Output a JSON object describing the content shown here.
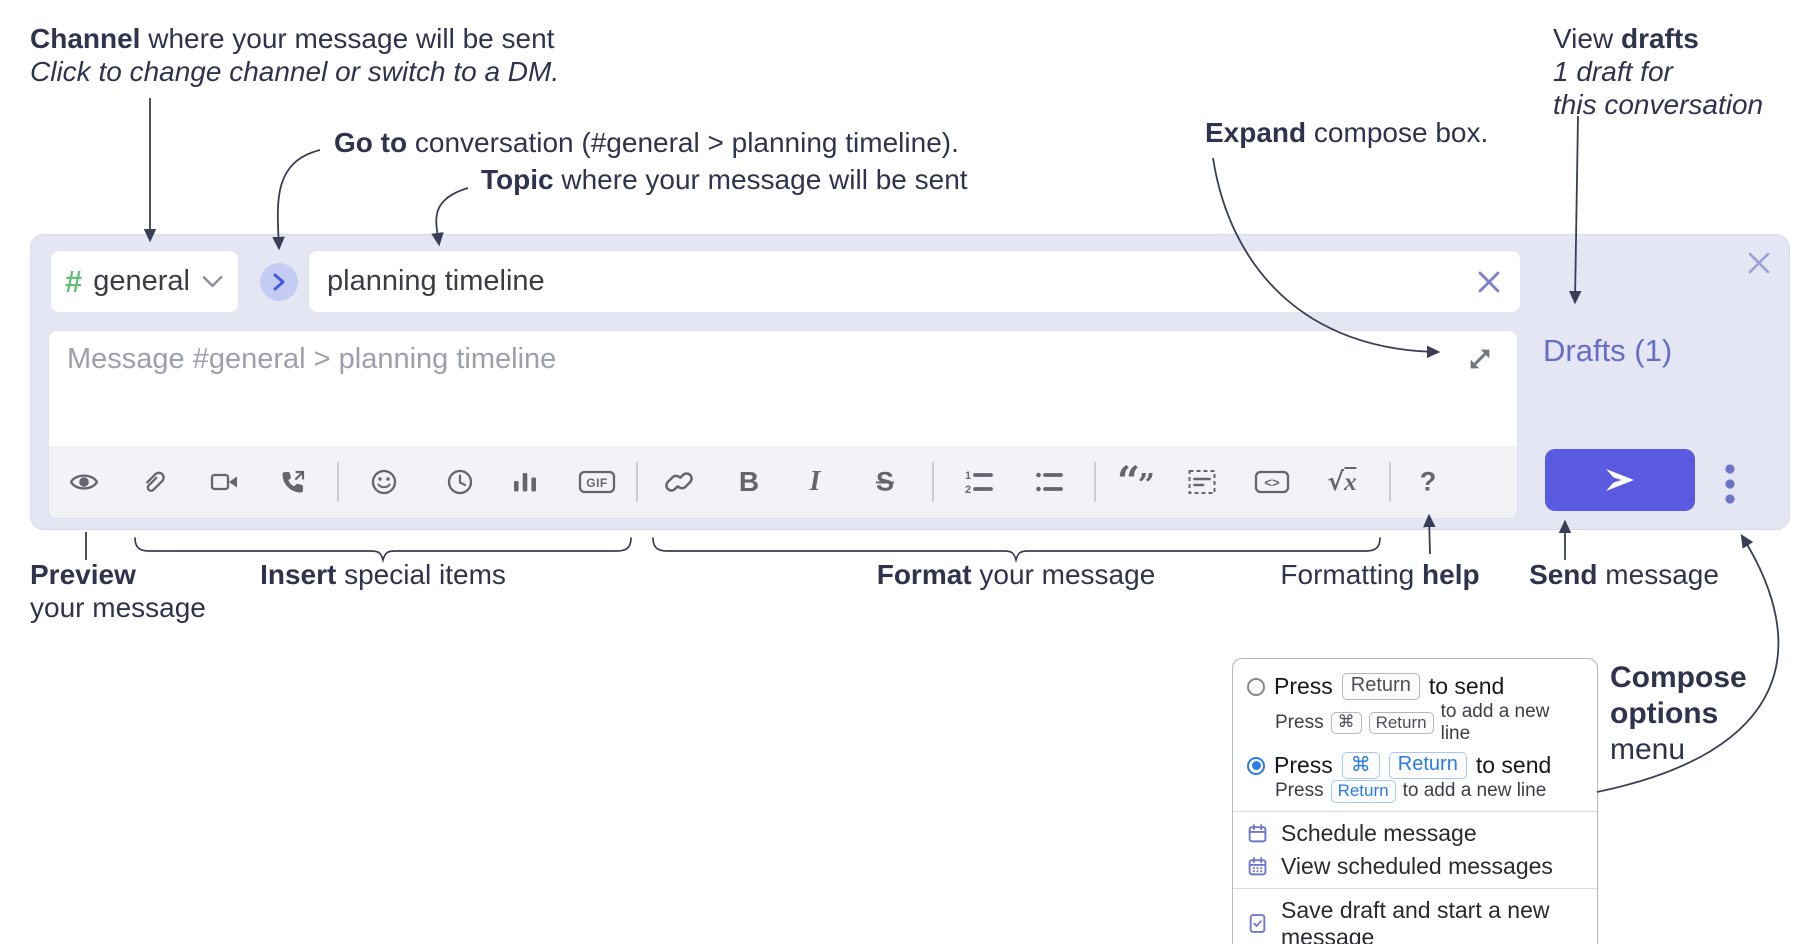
{
  "annotations": {
    "channel": {
      "bold": "Channel",
      "rest": " where your message will be sent",
      "line2": "Click to change channel or switch to a DM."
    },
    "goto": {
      "bold": "Go to",
      "rest": " conversation (#general > planning timeline)."
    },
    "topic": {
      "bold": "Topic",
      "rest": " where your message will be sent"
    },
    "expand": {
      "bold": "Expand",
      "rest": " compose box."
    },
    "view_drafts": {
      "pre": "View ",
      "bold": "drafts",
      "line2": "1 draft for",
      "line3": "this conversation"
    },
    "preview": {
      "bold": "Preview",
      "line2": "your message"
    },
    "insert": {
      "bold": "Insert",
      "rest": " special items"
    },
    "format": {
      "bold": "Format",
      "rest": " your message"
    },
    "formatting_help": {
      "pre": "Formatting ",
      "bold": "help"
    },
    "send": {
      "bold": "Send",
      "rest": " message"
    },
    "compose_options": {
      "bold1": "Compose",
      "bold2": "options",
      "rest": "menu"
    }
  },
  "compose": {
    "channel_selector": {
      "hash": "#",
      "label": "general"
    },
    "topic_input": {
      "value": "planning timeline"
    },
    "message_input": {
      "placeholder": "Message #general > planning timeline"
    },
    "drafts_link": "Drafts (1)",
    "toolbar": {
      "icons": [
        "preview-eye",
        "attach-paperclip",
        "video-call",
        "audio-call",
        "emoji-smiley",
        "time-clock",
        "poll-bar-chart",
        "gif",
        "link",
        "bold",
        "italic",
        "strikethrough",
        "numbered-list",
        "bulleted-list",
        "quote",
        "spoiler",
        "code",
        "math",
        "help"
      ],
      "bold_label": "B",
      "italic_label": "I",
      "strike_label": "S",
      "gif_label": "GIF",
      "code_label": "<>",
      "math_radical": "√",
      "math_x": "x",
      "help_label": "?",
      "quote_open": "“",
      "quote_close": "”",
      "ol_1": "1",
      "ol_2": "2"
    }
  },
  "options_menu": {
    "radio_options": [
      {
        "selected": false,
        "line": {
          "pre": "Press",
          "kbd1": "Return",
          "post": "to send"
        },
        "sub": {
          "pre": "Press",
          "kbd1": "⌘",
          "kbd2": "Return",
          "post": "to add a new line"
        }
      },
      {
        "selected": true,
        "line": {
          "pre": "Press",
          "kbd1": "⌘",
          "kbd2": "Return",
          "post": "to send"
        },
        "sub": {
          "pre": "Press",
          "kbd1": "Return",
          "post": "to add a new line"
        }
      }
    ],
    "items": [
      {
        "icon": "calendar-icon",
        "label": "Schedule message"
      },
      {
        "icon": "calendar-grid-icon",
        "label": "View scheduled messages"
      },
      {
        "icon": "save-draft-icon",
        "label": "Save draft and start a new message"
      }
    ]
  },
  "colors": {
    "compose_background": "#e4e6f3",
    "send_button": "#5a5be0",
    "drafts_link": "#676dc6",
    "channel_hash": "#65bd79",
    "goto_circle": "#c5ccf4",
    "goto_chevron": "#4659e2",
    "radio_selected": "#2b7ce2",
    "menu_icon": "#7077cf",
    "annotation_text": "#30334e"
  }
}
